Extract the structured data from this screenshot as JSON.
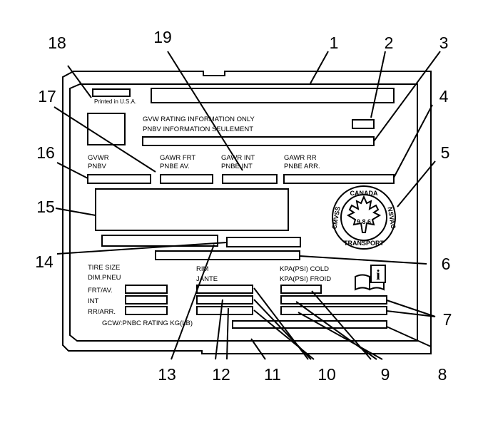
{
  "labels": {
    "printed": "Printed in U.S.A.",
    "gvw_info_1": "GVW RATING INFORMATION ONLY",
    "gvw_info_2": "PNBV INFORMATION SEULEMENT",
    "gvwr_1": "GVWR",
    "gvwr_2": "PNBV",
    "gawr_frt_1": "GAWR FRT",
    "gawr_frt_2": "PNBE AV.",
    "gawr_int_1": "GAWR INT",
    "gawr_int_2": "PNBE INT",
    "gawr_rr_1": "GAWR RR",
    "gawr_rr_2": "PNBE ARR.",
    "tire_size_1": "TIRE SIZE",
    "tire_size_2": "DIM.PNEU",
    "frt": "FRT/AV.",
    "int": "INT",
    "rr": "RR/ARR.",
    "rim_1": "RIM",
    "rim_2": "JANTE",
    "kpa_1": "KPA(PSI) COLD",
    "kpa_2": "KPA(PSI) FROID",
    "gcw": "GCW/:PNBC RATING KG(LB)",
    "info_glyph": "i"
  },
  "seal": {
    "top": "CANADA",
    "left": "CMVSS",
    "right": "NSVAC",
    "bottom": "TRANSPORT",
    "center": "9 8 6"
  },
  "callouts": [
    "1",
    "2",
    "3",
    "4",
    "5",
    "6",
    "7",
    "8",
    "9",
    "10",
    "11",
    "12",
    "13",
    "14",
    "15",
    "16",
    "17",
    "18",
    "19"
  ]
}
